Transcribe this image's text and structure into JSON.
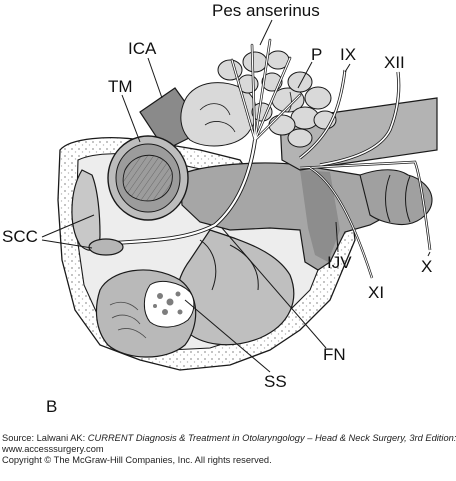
{
  "labels": {
    "pes_anserinus": "Pes anserinus",
    "ica": "ICA",
    "p": "P",
    "ix": "IX",
    "xii": "XII",
    "tm": "TM",
    "scc": "SCC",
    "ijv": "IJV",
    "x": "X",
    "xi": "XI",
    "fn": "FN",
    "ss": "SS"
  },
  "panel_letter": "B",
  "credits": {
    "source_prefix": "Source: Lalwani AK: ",
    "source_title": "CURRENT Diagnosis & Treatment in Otolaryngology – Head & Neck Surgery, 3rd Edition:",
    "url": "www.accesssurgery.com",
    "copyright": "Copyright © The McGraw-Hill Companies, Inc. All rights reserved."
  },
  "colors": {
    "outline": "#1a1a1a",
    "fill_light": "#d9d9d9",
    "fill_mid": "#a8a8a8",
    "fill_dark": "#7d7d7d",
    "bone": "#efefef"
  }
}
